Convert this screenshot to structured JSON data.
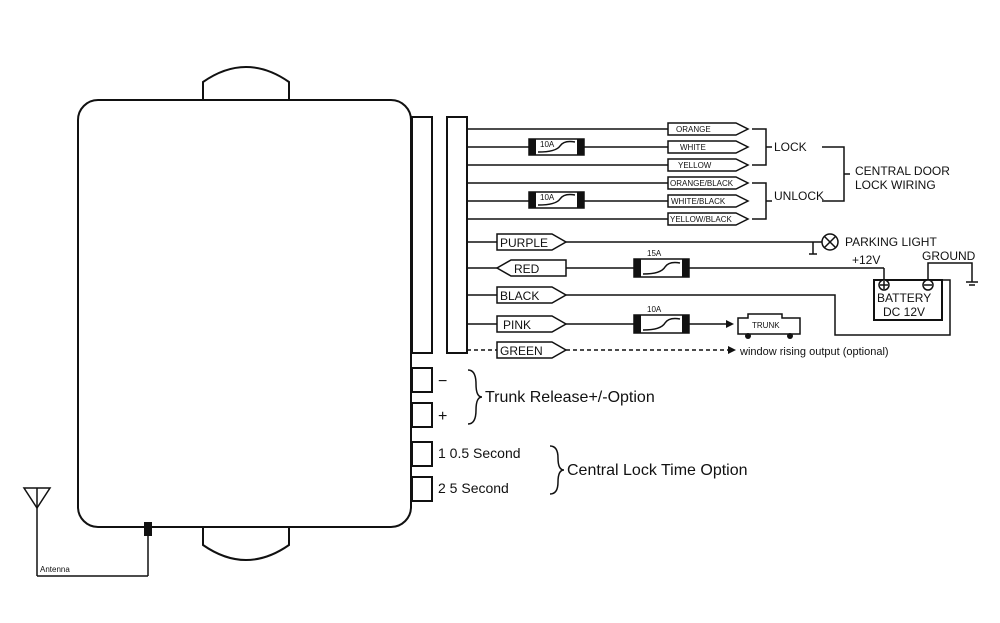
{
  "wires": {
    "orange": "ORANGE",
    "white": "WHITE",
    "yellow": "YELLOW",
    "orange_black": "ORANGE/BLACK",
    "white_black": "WHITE/BLACK",
    "yellow_black": "YELLOW/BLACK",
    "purple": "PURPLE",
    "red": "RED",
    "black": "BLACK",
    "pink": "PINK",
    "green": "GREEN"
  },
  "fuses": {
    "lock": "10A",
    "unlock": "10A",
    "red": "15A",
    "pink": "10A"
  },
  "labels": {
    "lock": "LOCK",
    "unlock": "UNLOCK",
    "central_door_line1": "CENTRAL DOOR",
    "central_door_line2": "LOCK WIRING",
    "parking_light": "PARKING LIGHT",
    "plus12v": "+12V",
    "ground": "GROUND",
    "battery_line1": "BATTERY",
    "battery_line2": "DC 12V",
    "trunk": "TRUNK",
    "window_output": "window rising output (optional)",
    "antenna": "Antenna"
  },
  "options": {
    "minus_symbol": "−",
    "plus_symbol": "+",
    "trunk_release": "Trunk Release+/-Option",
    "opt1": "1  0.5 Second",
    "opt2": "2  5 Second",
    "central_lock_time": "Central Lock Time Option"
  }
}
